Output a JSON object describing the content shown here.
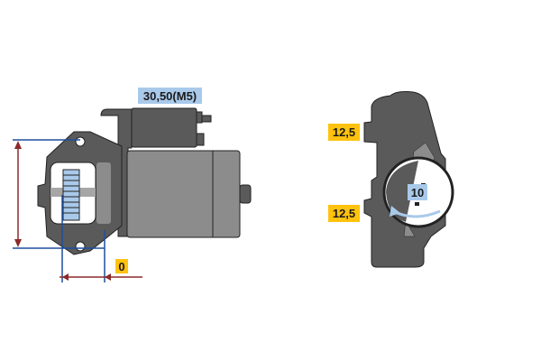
{
  "diagram": {
    "title": "Starter motor dimension diagram",
    "colors": {
      "body_dark": "#5a5a5a",
      "body_mid": "#8c8c8c",
      "body_light": "#a6a6a6",
      "dim_line_blue": "#1f4e9c",
      "dim_arrow_red": "#8b2a2a",
      "label_blue": "#a9c9ea",
      "label_yellow": "#ffc20e"
    },
    "side_view": {
      "terminal_label": "30,50(M5)",
      "offset_label": "0"
    },
    "front_view": {
      "top_mount_label": "12,5",
      "bottom_mount_label": "12,5",
      "pinion_teeth_label": "10",
      "rotation": "counter-clockwise"
    }
  }
}
